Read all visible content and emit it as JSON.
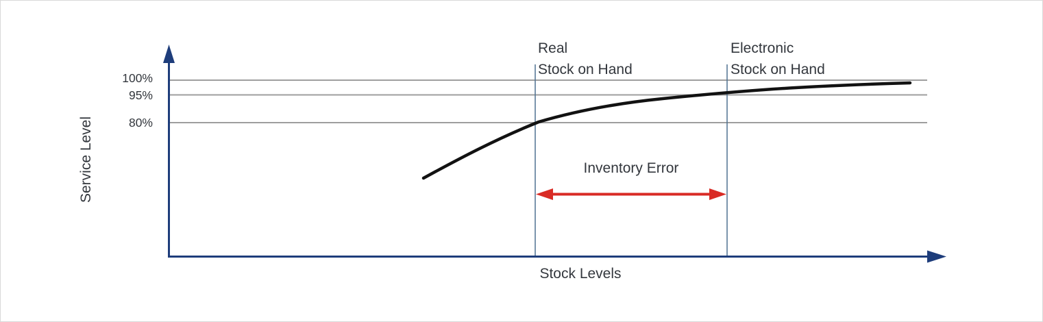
{
  "figure": {
    "background": "#ffffff",
    "border_color": "#d9d9d9"
  },
  "colors": {
    "axis_blue": "#1e3d7b",
    "gridline_gray": "#9e9e9e",
    "marker_line_blue": "#4e7191",
    "error_red": "#d92b25",
    "curve_black": "#121212",
    "text": "#33373d"
  },
  "axes": {
    "y_label": "Service Level",
    "x_label": "Stock Levels",
    "y_ticks": [
      {
        "label": "100%",
        "value": 100
      },
      {
        "label": "95%",
        "value": 95
      },
      {
        "label": "80%",
        "value": 80
      }
    ]
  },
  "markers": [
    {
      "line1": "Real",
      "line2": "Stock on Hand",
      "service_level_at_curve_pct": 80
    },
    {
      "line1": "Electronic",
      "line2": "Stock on Hand",
      "service_level_at_curve_pct": 95
    }
  ],
  "annotation": {
    "label": "Inventory Error"
  },
  "chart_data": {
    "type": "line",
    "title": "",
    "xlabel": "Stock Levels",
    "ylabel": "Service Level",
    "ylim": [
      0,
      100
    ],
    "grid": "horizontal reference lines only",
    "gridline_values_pct": [
      100,
      95,
      80
    ],
    "y_tick_labels": [
      "100%",
      "95%",
      "80%"
    ],
    "series": [
      {
        "name": "service-level-curve",
        "color": "#121212",
        "description": "Concave increasing black curve: service level rises steeply at low stock levels and flattens as it approaches 100%",
        "x_rel": [
          0,
          0.23,
          0.62,
          1.0
        ],
        "y_pct": [
          54,
          80,
          95,
          99
        ]
      }
    ],
    "reference_lines": [
      {
        "label": "Real Stock on Hand",
        "orientation": "vertical",
        "curve_crosses_at_pct": 80
      },
      {
        "label": "Electronic Stock on Hand",
        "orientation": "vertical",
        "curve_crosses_at_pct": 95
      }
    ],
    "annotations": [
      {
        "label": "Inventory Error",
        "type": "horizontal-double-arrow",
        "color": "#d92b25",
        "between": [
          "Real Stock on Hand",
          "Electronic Stock on Hand"
        ]
      }
    ],
    "legend": "none"
  }
}
